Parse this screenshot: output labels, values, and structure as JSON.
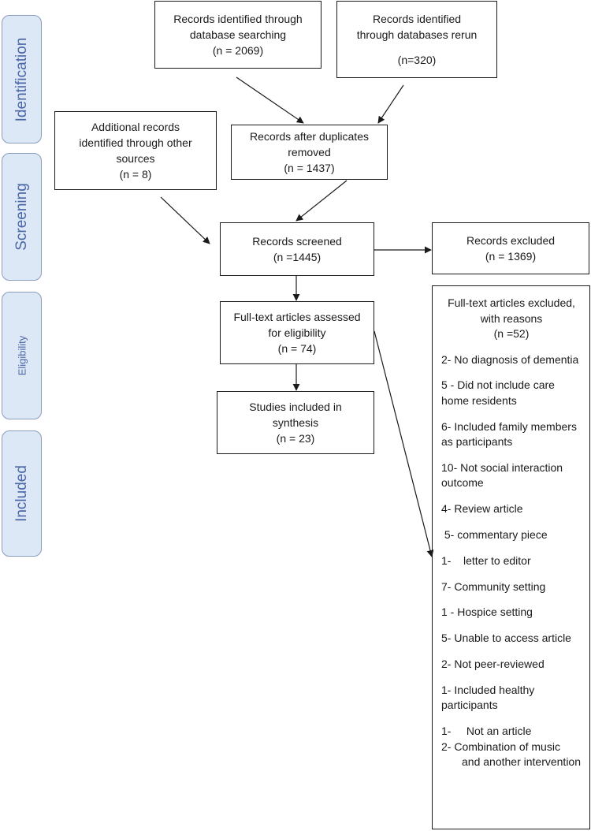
{
  "stages": {
    "identification": "Identification",
    "screening": "Screening",
    "eligibility": "Eligibility",
    "included": "Included"
  },
  "boxes": {
    "db_search": [
      "Records identified through",
      "database searching",
      "(n = 2069)"
    ],
    "db_rerun": [
      "Records identified",
      "through databases rerun",
      "(n=320)"
    ],
    "other_sources": [
      "Additional records",
      "identified through other",
      "sources",
      "(n = 8)"
    ],
    "duplicates_removed": [
      "Records after duplicates removed",
      "(n = 1437)"
    ],
    "screened": [
      "Records screened",
      "(n =1445)"
    ],
    "excluded": [
      "Records excluded",
      "(n = 1369)"
    ],
    "full_text": [
      "Full-text articles assessed",
      "for eligibility",
      "(n = 74)"
    ],
    "included": [
      "Studies included in",
      "synthesis",
      "(n = 23)"
    ]
  },
  "exclusions": {
    "header": [
      "Full-text articles excluded,",
      "with reasons",
      "(n =52)"
    ],
    "reasons": [
      "2- No diagnosis of dementia",
      "5 - Did not include care home residents",
      "6- Included family members as participants",
      "10- Not social interaction outcome",
      "4- Review article",
      " 5- commentary piece",
      "1-    letter to editor",
      "7- Community setting",
      "1 - Hospice setting",
      "5- Unable to access article",
      "2- Not peer-reviewed",
      "1- Included healthy participants",
      "1-     Not an article",
      "2-     Combination of music and another intervention"
    ]
  }
}
